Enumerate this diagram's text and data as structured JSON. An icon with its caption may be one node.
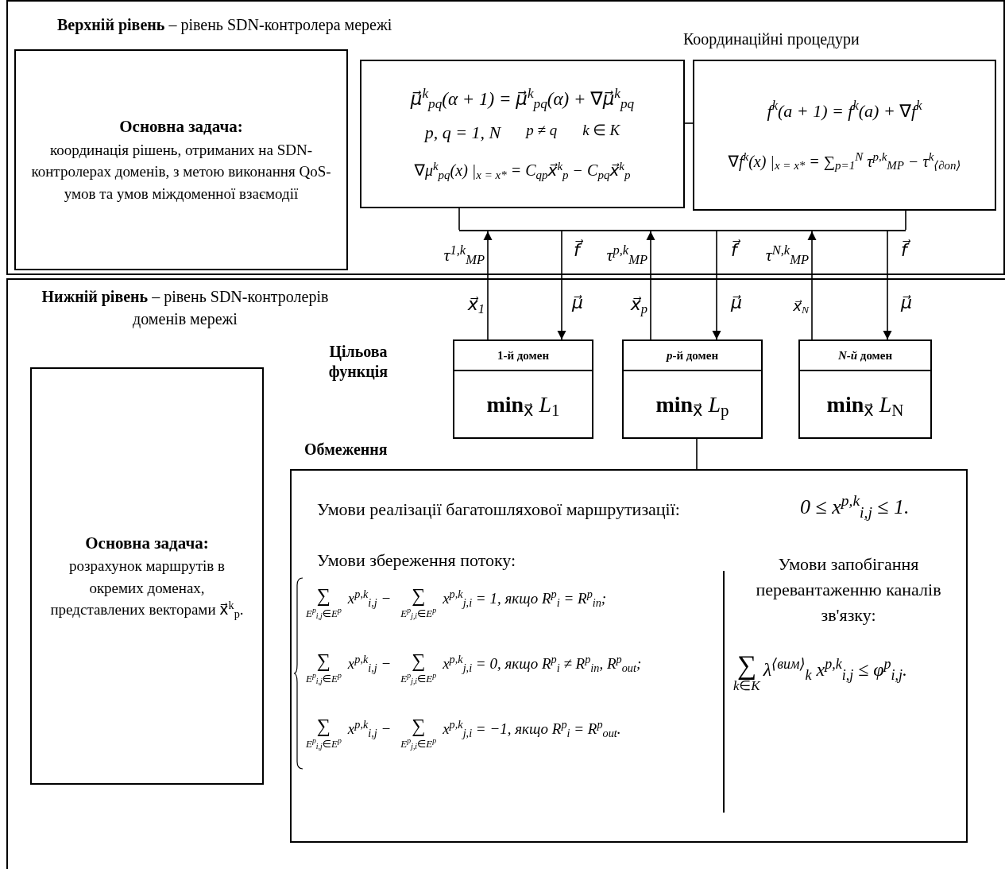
{
  "diagram": {
    "nodes": [
      {
        "text": [
          "**Верхній рівень** – рівень SDN-контролера мережі"
        ]
      },
      {
        "text": [
          "Основна задача:",
          "координація рішень, отриманих на SDN-контролерах доменів, з метою виконання QoS-умов та умов міждоменної взаємодії"
        ],
        "in": 0
      },
      {
        "text": [
          "μ⃗$^{k}$$_{pq}$(α + 1) = μ⃗$^{k}$$_{pq}$(α) + ∇μ⃗$^{k}$$_{pq}$",
          "p, q = 1, N",
          "p ≠ q",
          "k ∈ K",
          "∇μ$^{k}$$_{pq}$(x) |$_{x = x*}$ = C$_{qp}$x⃗$^{k}$$_{p}$ − C$_{pq}$x⃗$^{k}$$_{p}$"
        ],
        "in": 0
      },
      {
        "text": [
          "f$^{k}$(a + 1) = f$^{k}$(a) + ∇f$^{k}$",
          "∇f$^{k}$(x) |$_{x = x*}$ = ∑$_{p=1}$$^{N}$ τ$^{p,k}$$_{MP}$ − τ$^{k}$$_{⟨∂on⟩}$"
        ],
        "in": 0
      },
      {
        "text": [],
        "shape": "bar",
        "in": 0
      },
      {
        "text": [
          "**Нижній рівень** – рівень SDN-контролерів доменів мережі"
        ]
      },
      {
        "text": [
          "Основна задача:",
          "розрахунок маршрутів в окремих доменах, представлених векторами x⃗$^{k}$$_{p}$."
        ],
        "in": 5
      },
      {
        "text": [
          "1-й домен",
          "**min**$_{x⃗}$ *L*$_{1}$"
        ],
        "in": 5
      },
      {
        "text": [
          "*p*-й домен",
          "**min**$_{x⃗}$ *L*$_{p}$"
        ],
        "in": 5
      },
      {
        "text": [
          "*N-й* домен",
          "**min**$_{x⃗}$ *L*$_{N}$"
        ],
        "in": 5
      },
      {
        "text": [
          "Умови реалізації багатошляхової маршрутизації:",
          "0 ≤ x$^{p,k}$$_{i,j}$ ≤ 1.",
          "Умови збереження потоку:",
          "∑",
          "E$^{p}$$_{i,j}$∈E$^{p}$",
          "x$^{p,k}$$_{i,j}$ −",
          "∑",
          "E$^{p}$$_{j,i}$∈E$^{p}$",
          "x$^{p,k}$$_{j,i}$ = 1, якщо R$^{p}$$_{i}$ = R$^{p}$$_{in}$;",
          "∑",
          "E$^{p}$$_{i,j}$∈E$^{p}$",
          "x$^{p,k}$$_{i,j}$ −",
          "∑",
          "E$^{p}$$_{j,i}$∈E$^{p}$",
          "x$^{p,k}$$_{j,i}$ = 0, якщо R$^{p}$$_{i}$ ≠ R$^{p}$$_{in}$, R$^{p}$$_{out}$;",
          "∑",
          "E$^{p}$$_{i,j}$∈E$^{p}$",
          "x$^{p,k}$$_{i,j}$ −",
          "∑",
          "E$^{p}$$_{j,i}$∈E$^{p}$",
          "x$^{p,k}$$_{j,i}$ = −1, якщо R$^{p}$$_{i}$ = R$^{p}$$_{out}$.",
          "Умови запобігання перевантаженню каналів зв'язку:",
          "∑",
          "k∈K",
          "λ$^{⟨вим⟩}$$_{k}$ x$^{p,k}$$_{i,j}$ ≤ φ$^{p}$$_{i,j}$."
        ],
        "in": 5
      }
    ],
    "edges": [
      {
        "from": 2,
        "to": 4,
        "arrow": "none"
      },
      {
        "from": 3,
        "to": 4,
        "arrow": "none"
      },
      {
        "from": 2,
        "to": 3,
        "arrow": "none"
      },
      {
        "from": 7,
        "to": 4,
        "arrow": "to"
      },
      {
        "from": 4,
        "to": 7,
        "arrow": "to"
      },
      {
        "from": 8,
        "to": 4,
        "arrow": "to"
      },
      {
        "from": 4,
        "to": 8,
        "arrow": "to"
      },
      {
        "from": 9,
        "to": 4,
        "arrow": "to"
      },
      {
        "from": 4,
        "to": 9,
        "arrow": "to"
      },
      {
        "from": 8,
        "to": 10,
        "arrow": "none"
      }
    ],
    "labels": [
      "Координаційні процедури",
      "τ$^{1,k}$$_{MP}$",
      "f⃗",
      "τ$^{p,k}$$_{MP}$",
      "f⃗",
      "τ$^{N,k}$$_{MP}$",
      "f⃗",
      "x⃗$_{1}$",
      "μ⃗",
      "x⃗$_{p}$",
      "μ⃗",
      "x⃗$_{N}$",
      "μ⃗",
      "Цільова функція",
      "Обмеження"
    ]
  }
}
